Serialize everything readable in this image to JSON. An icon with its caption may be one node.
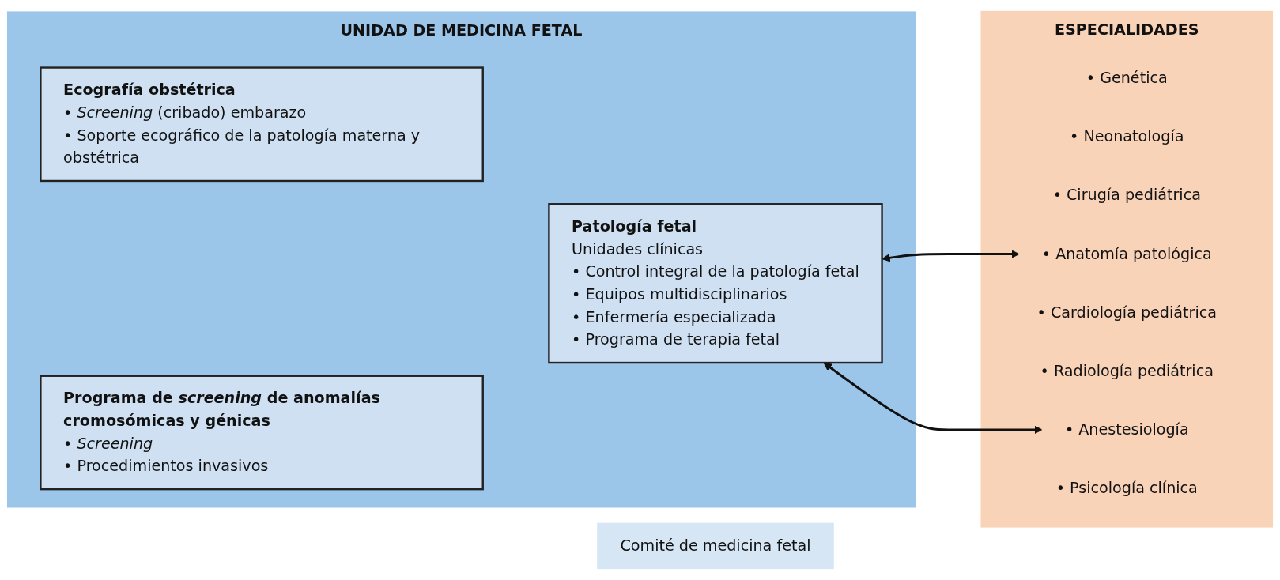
{
  "diagram": {
    "nodes": [
      {
        "text": [
          "UNIDAD DE MEDICINA FETAL"
        ]
      },
      {
        "text": [
          "Ecografía obstétrica",
          "• *Screening* (cribado) embarazo",
          "• Soporte ecográfico de la patología materna y obstétrica"
        ],
        "in": 0
      },
      {
        "text": [
          "Programa de *screening* de anomalías cromosómicas y génicas",
          "• *Screening*",
          "• Procedimientos invasivos"
        ],
        "in": 0
      },
      {
        "text": [
          "Patología fetal",
          "Unidades clínicas",
          "• Control integral de la patología fetal",
          "• Equipos multidisciplinarios",
          "• Enfermería especializada",
          "• Programa de terapia fetal"
        ],
        "in": 0
      },
      {
        "text": [
          "ESPECIALIDADES"
        ]
      },
      {
        "text": [
          "• Genética"
        ],
        "in": 4
      },
      {
        "text": [
          "• Neonatología"
        ],
        "in": 4
      },
      {
        "text": [
          "• Cirugía pediátrica"
        ],
        "in": 4
      },
      {
        "text": [
          "• Anatomía patológica"
        ],
        "in": 4
      },
      {
        "text": [
          "• Cardiología pediátrica"
        ],
        "in": 4
      },
      {
        "text": [
          "• Radiología pediátrica"
        ],
        "in": 4
      },
      {
        "text": [
          "• Anestesiología"
        ],
        "in": 4
      },
      {
        "text": [
          "• Psicología clínica"
        ],
        "in": 4
      },
      {
        "text": [
          "Comité de medicina fetal"
        ]
      }
    ],
    "edges": [
      {
        "from": 3,
        "to": 8,
        "arrow": "both"
      },
      {
        "from": 3,
        "to": 11,
        "arrow": "both"
      }
    ]
  }
}
